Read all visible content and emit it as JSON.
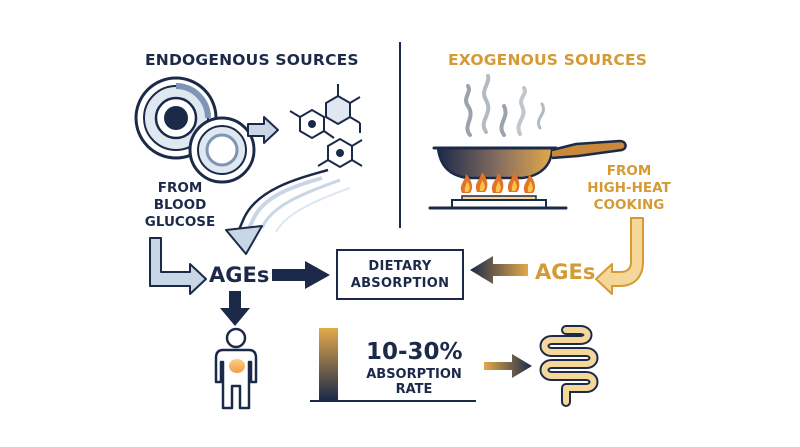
{
  "endogenous": {
    "title": "ENDOGENOUS SOURCES",
    "source_label": [
      "FROM",
      "BLOOD",
      "GLUCOSE"
    ],
    "ages_label": "AGEs"
  },
  "exogenous": {
    "title": "EXOGENOUS SOURCES",
    "source_label": [
      "FROM",
      "HIGH-HEAT",
      "COOKING"
    ],
    "ages_label": "AGEs"
  },
  "dietary_box": {
    "line1": "DIETARY",
    "line2": "ABSORPTION"
  },
  "absorption": {
    "value": "10-30%",
    "line1": "ABSORPTION",
    "line2": "RATE"
  },
  "colors": {
    "navy": "#1c2a4a",
    "gold": "#d39a35",
    "light_blue": "#c9d6e6"
  },
  "icons": [
    "molecule-rings-icon",
    "hexagon-molecule-icon",
    "steam-icon",
    "frying-pan-icon",
    "stove-flame-icon",
    "human-body-icon",
    "intestine-icon"
  ]
}
